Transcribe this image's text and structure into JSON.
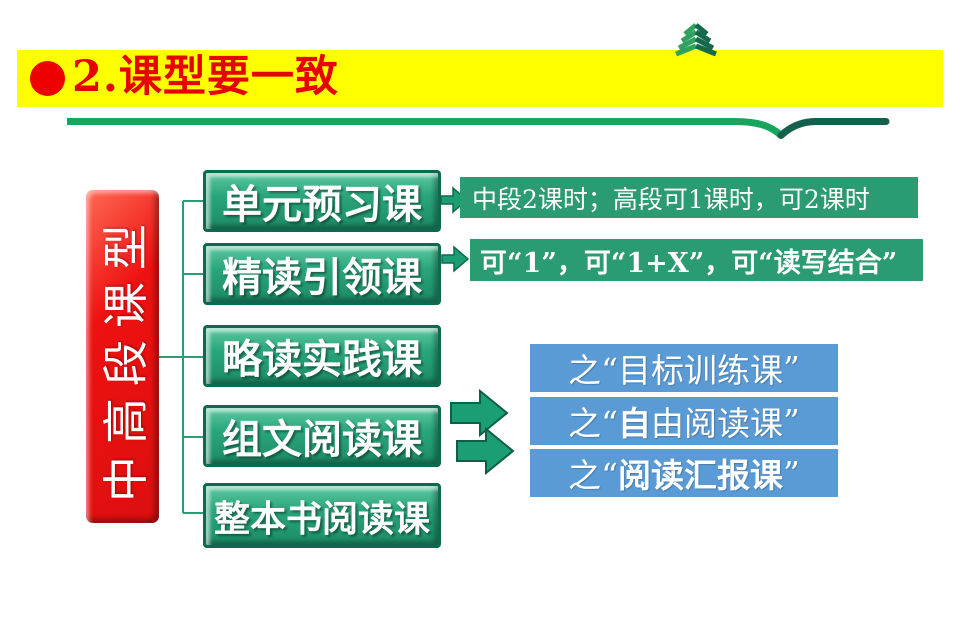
{
  "title": {
    "text": "2.课型要一致"
  },
  "left_label": {
    "text": "中高段课型"
  },
  "course_boxes": [
    {
      "label": "单元预习课"
    },
    {
      "label": "精读引领课"
    },
    {
      "label": "略读实践课"
    },
    {
      "label": "组文阅读课"
    },
    {
      "label": "整本书阅读课"
    }
  ],
  "banners": [
    {
      "text": "中段2课时；高段可1课时，可2课时"
    },
    {
      "text": "可“1”，可“1+X”，可“读写结合”"
    }
  ],
  "sub_courses": [
    {
      "prefix": "之“",
      "bold_text": "",
      "normal_text": "目标训练课",
      "suffix": "”"
    },
    {
      "prefix": "之“",
      "bold_text": "自",
      "normal_text": "由阅读课",
      "suffix": "”"
    },
    {
      "prefix": "之“",
      "bold_text": "阅读汇报课",
      "normal_text": "",
      "suffix": "”"
    }
  ],
  "icons": {
    "bullet": "red-circle-bullet",
    "logo": "pine-tree-logo",
    "arrows": "right-block-arrow"
  },
  "colors": {
    "title_bar_bg": "#FFFF00",
    "title_text": "#E60000",
    "category_box": "#EE1111",
    "course_box_green": "#2AA67C",
    "course_box_border": "#0D6A4F",
    "banner_green": "#2B9B71",
    "sub_course_blue": "#5B9BD5",
    "swoosh_light_green": "#17A45C",
    "swoosh_dark_green": "#14604D",
    "connector_green": "#2E9C72"
  }
}
